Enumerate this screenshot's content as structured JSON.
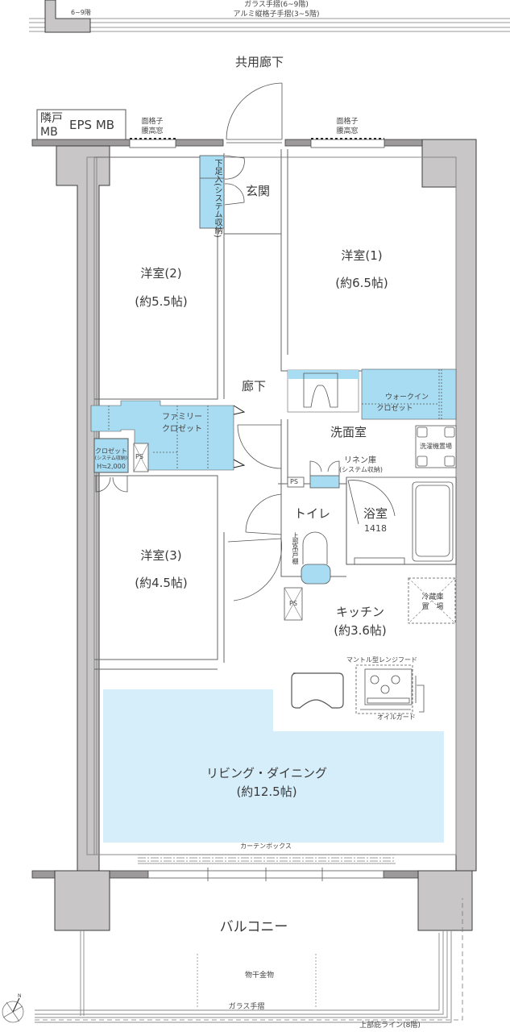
{
  "top": {
    "railing_glass": "ガラス手摺(6~9階)",
    "railing_alum": "アルミ縦格子手摺(3~5階)",
    "floor_mark": "6~9階",
    "common_corridor": "共用廊下"
  },
  "meter_box": {
    "neighbor": "隣戸",
    "neighbor_mb": "MB",
    "eps_mb": "EPS MB"
  },
  "windows": {
    "left_top": [
      "面格子",
      "腰高窓"
    ],
    "right_top": [
      "面格子",
      "腰高窓"
    ]
  },
  "rooms": {
    "entrance": "玄関",
    "shoe_storage": "下足入(システム収納)",
    "western1": {
      "name": "洋室(1)",
      "size": "(約6.5帖)"
    },
    "western2": {
      "name": "洋室(2)",
      "size": "(約5.5帖)"
    },
    "western3": {
      "name": "洋室(3)",
      "size": "(約4.5帖)"
    },
    "hallway": "廊下",
    "family_closet": [
      "ファミリー",
      "クロゼット"
    ],
    "closet": [
      "クロゼット",
      "(システム収納)",
      "H≒2,000"
    ],
    "walkin_closet": [
      "ウォークイン",
      "クロゼット"
    ],
    "washroom": "洗面室",
    "washer_space": "洗濯機置場",
    "linen": [
      "リネン庫",
      "(システム収納)"
    ],
    "ps": "PS",
    "toilet": "トイレ",
    "toilet_cabinet": "上部吊戸棚",
    "bath": {
      "name": "浴室",
      "size": "1418"
    },
    "fridge": [
      "冷蔵庫",
      "置　場"
    ],
    "kitchen": {
      "name": "キッチン",
      "size": "(約3.6帖)"
    },
    "range_hood": "マントル型レンジフード",
    "oil_guard": "オイルガード",
    "living": {
      "name": "リビング・ダイニング",
      "size": "(約12.5帖)"
    },
    "curtain_box": "カーテンボックス",
    "balcony": "バルコニー",
    "clothes_hanger": "物干金物",
    "glass_railing": "ガラス手摺",
    "eaves_line": "上部庇ライン(8階)"
  },
  "compass": {
    "north": "N"
  },
  "colors": {
    "wall_fill": "#c8c6c6",
    "wall_stroke": "#3c3c3c",
    "storage_blue": "#a8dcf2",
    "living_blue": "#d6edfa",
    "line": "#555555"
  }
}
